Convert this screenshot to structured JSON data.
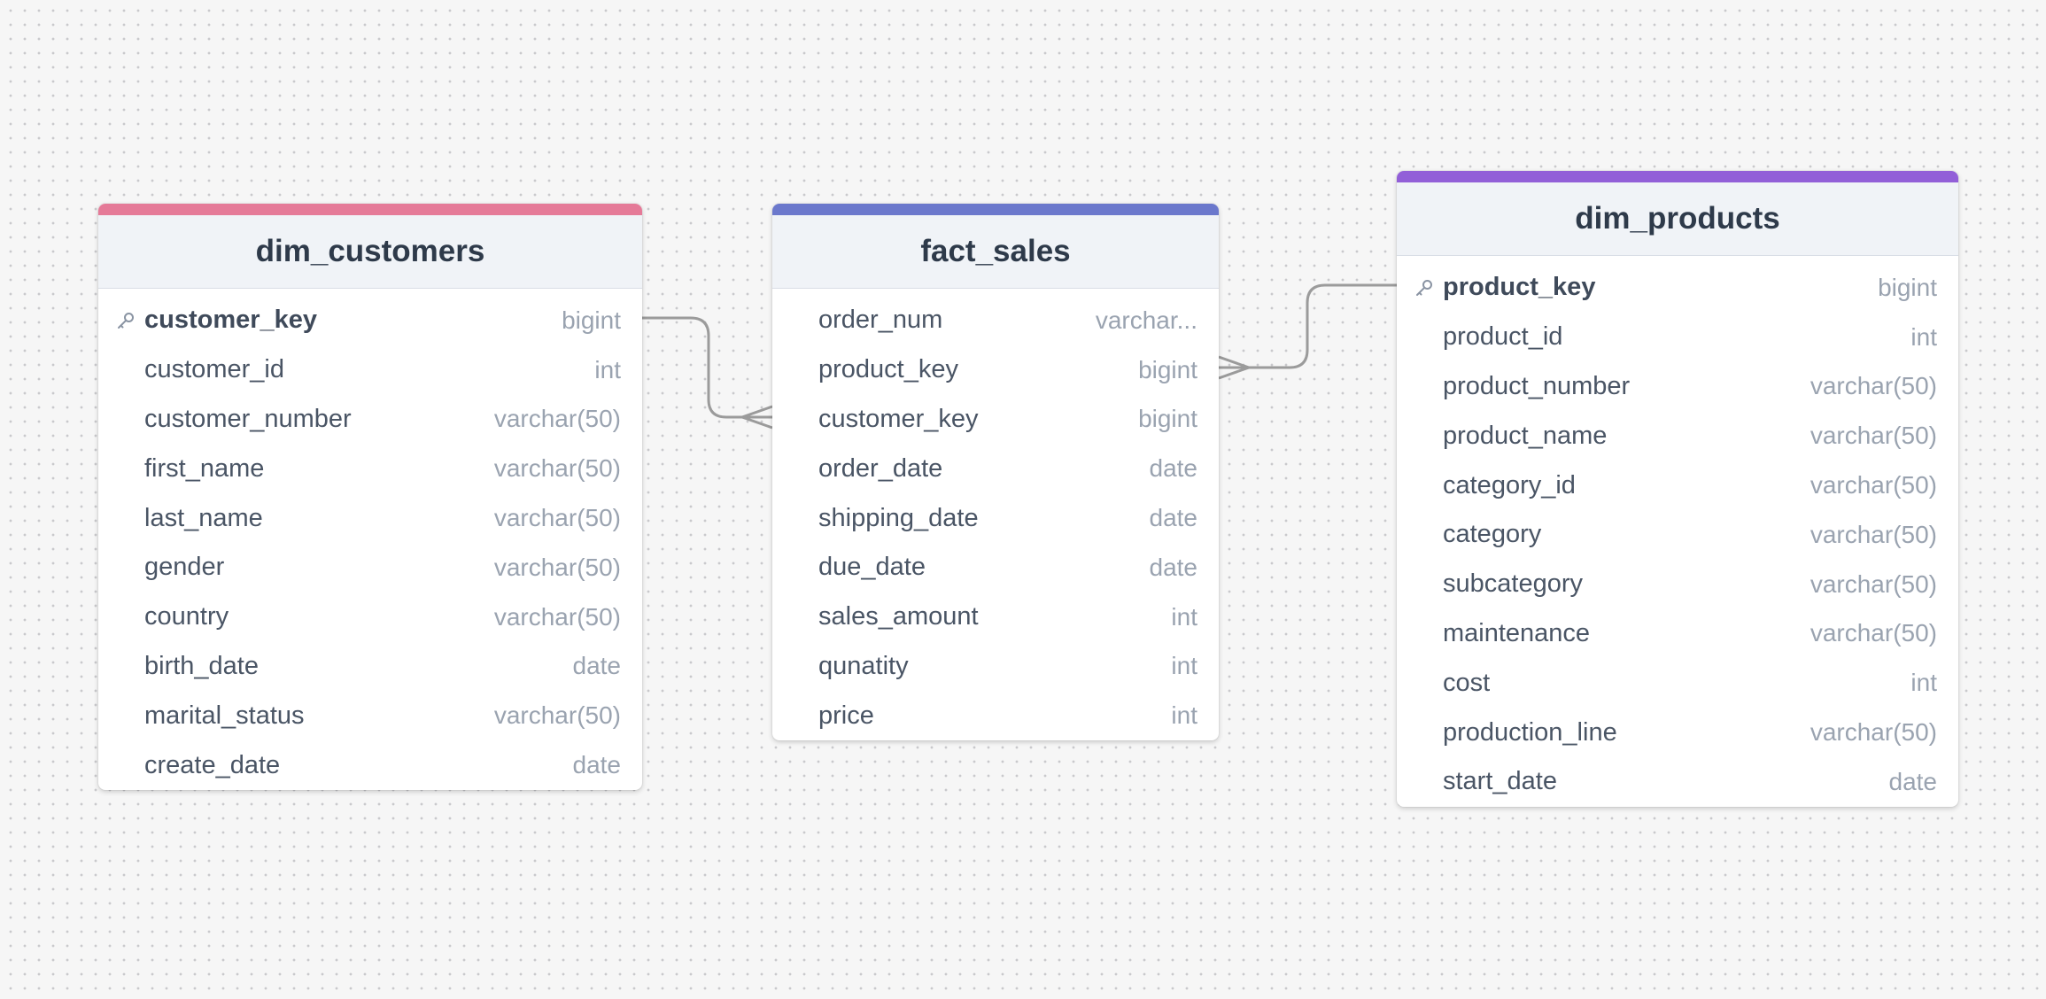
{
  "tables": [
    {
      "id": "dim_customers",
      "title": "dim_customers",
      "color": "#e57a98",
      "fields": [
        {
          "name": "customer_key",
          "type": "bigint",
          "pk": true
        },
        {
          "name": "customer_id",
          "type": "int"
        },
        {
          "name": "customer_number",
          "type": "varchar(50)"
        },
        {
          "name": "first_name",
          "type": "varchar(50)"
        },
        {
          "name": "last_name",
          "type": "varchar(50)"
        },
        {
          "name": "gender",
          "type": "varchar(50)"
        },
        {
          "name": "country",
          "type": "varchar(50)"
        },
        {
          "name": "birth_date",
          "type": "date"
        },
        {
          "name": "marital_status",
          "type": "varchar(50)"
        },
        {
          "name": "create_date",
          "type": "date"
        }
      ]
    },
    {
      "id": "fact_sales",
      "title": "fact_sales",
      "color": "#6b78cc",
      "fields": [
        {
          "name": "order_num",
          "type": "varchar..."
        },
        {
          "name": "product_key",
          "type": "bigint"
        },
        {
          "name": "customer_key",
          "type": "bigint"
        },
        {
          "name": "order_date",
          "type": "date"
        },
        {
          "name": "shipping_date",
          "type": "date"
        },
        {
          "name": "due_date",
          "type": "date"
        },
        {
          "name": "sales_amount",
          "type": "int"
        },
        {
          "name": "qunatity",
          "type": "int"
        },
        {
          "name": "price",
          "type": "int"
        }
      ]
    },
    {
      "id": "dim_products",
      "title": "dim_products",
      "color": "#925fd8",
      "fields": [
        {
          "name": "product_key",
          "type": "bigint",
          "pk": true
        },
        {
          "name": "product_id",
          "type": "int"
        },
        {
          "name": "product_number",
          "type": "varchar(50)"
        },
        {
          "name": "product_name",
          "type": "varchar(50)"
        },
        {
          "name": "category_id",
          "type": "varchar(50)"
        },
        {
          "name": "category",
          "type": "varchar(50)"
        },
        {
          "name": "subcategory",
          "type": "varchar(50)"
        },
        {
          "name": "maintenance",
          "type": "varchar(50)"
        },
        {
          "name": "cost",
          "type": "int"
        },
        {
          "name": "production_line",
          "type": "varchar(50)"
        },
        {
          "name": "start_date",
          "type": "date"
        }
      ]
    }
  ],
  "relationships": [
    {
      "from_table": "dim_customers",
      "from_field": "customer_key",
      "to_table": "fact_sales",
      "to_field": "customer_key",
      "cardinality": "one-to-many"
    },
    {
      "from_table": "dim_products",
      "from_field": "product_key",
      "to_table": "fact_sales",
      "to_field": "product_key",
      "cardinality": "one-to-many"
    }
  ],
  "connector_color": "#9b9b9b"
}
